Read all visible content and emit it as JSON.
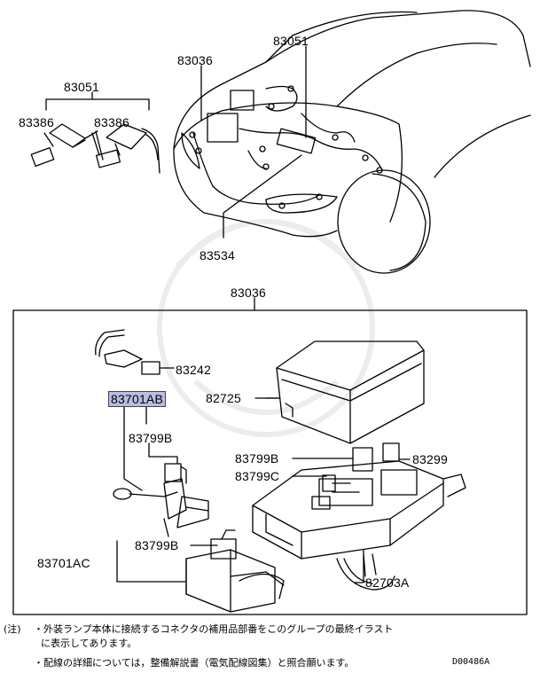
{
  "labels": {
    "l83051_top": "83051",
    "l83036_top": "83036",
    "l83051_left": "83051",
    "l83386_a": "83386",
    "l83386_b": "83386",
    "l83534": "83534",
    "l83036_box": "83036",
    "l83242": "83242",
    "l83701AB": "83701AB",
    "l82725": "82725",
    "l83799B_a": "83799B",
    "l83799B_b": "83799B",
    "l83299": "83299",
    "l83799C": "83799C",
    "l83799B_c": "83799B",
    "l83701AC": "83701AC",
    "l82703A": "82703A"
  },
  "notes": {
    "prefix": "(注)",
    "line1": "・外装ランプ本体に接続するコネクタの補用品部番をこのグループの最終イラスト",
    "line1b": "に表示してあります。",
    "line2": "・配線の詳細については，整備解説書（電気配線図集）と照合願います。"
  },
  "diagram_code": "D00486A",
  "colors": {
    "highlight": "#b9bde3",
    "line": "#000000",
    "watermark": "#e8e8e8"
  }
}
